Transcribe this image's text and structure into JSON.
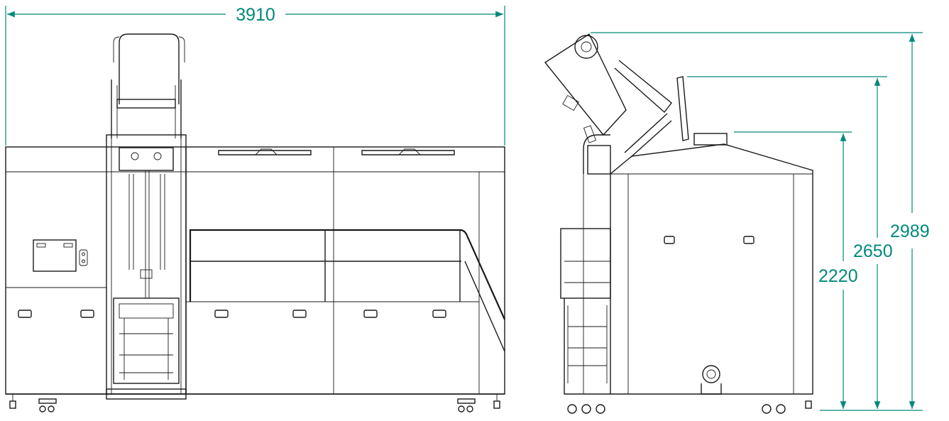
{
  "dimensions": {
    "width": "3910",
    "height_top": "2989",
    "height_monitor": "2650",
    "height_body": "2220"
  },
  "colors": {
    "dimension_line": "#00897b",
    "drawing_line": "#1a1a1a",
    "background": "#ffffff"
  }
}
